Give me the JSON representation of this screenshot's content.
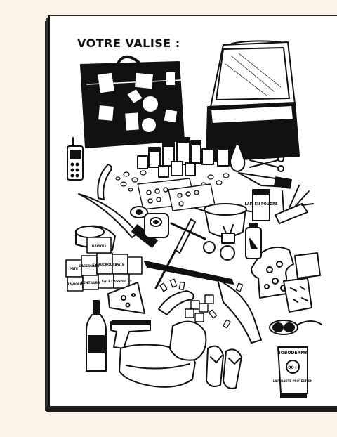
{
  "heading": "VOTRE VALISE :",
  "labels": {
    "lait_brand": "LAIT EN POUDRE",
    "sunscreen_brand": "BOBODERMA",
    "sunscreen_spf": "80+",
    "sunscreen_desc": "LAIT HAUTE PROTECTION",
    "cans": [
      "PATE",
      "CASSOULET",
      "CHOUCROUTE",
      "PATE",
      "RAVIOLIS",
      "LENTILLES",
      "SALÉ",
      "CASSOULET"
    ],
    "ravioli_label": "RAVIOLI"
  }
}
